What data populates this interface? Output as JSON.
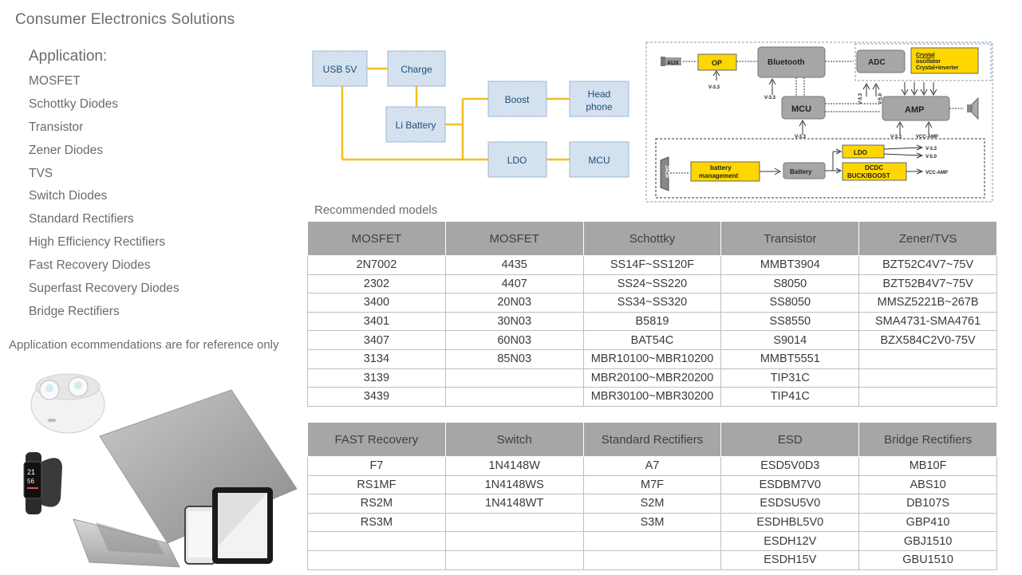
{
  "title": "Consumer Electronics Solutions",
  "application": {
    "heading": "Application:",
    "items": [
      "MOSFET",
      "Schottky Diodes",
      "Transistor",
      "Zener Diodes",
      "TVS",
      "Switch Diodes",
      "Standard Rectifiers",
      "High Efficiency  Rectifiers",
      "Fast Recovery Diodes",
      "Superfast Recovery Diodes",
      "Bridge Rectifiers"
    ]
  },
  "reference_note": "Application ecommendations are for reference only",
  "recommended_label": "Recommended models",
  "colors": {
    "header_gray": "#a6a6a6",
    "wire_yellow": "#f5be1e",
    "block_blue": "#dce9f5",
    "block_yellow": "#ffd700",
    "block_gray": "#a6a6a6"
  },
  "diagram1": {
    "usb": "USB 5V",
    "charge": "Charge",
    "battery": "Li Battery",
    "boost": "Boost",
    "head1": "Head",
    "head2": "phone",
    "ldo": "LDO",
    "mcu": "MCU"
  },
  "diagram2": {
    "aux": "AUX",
    "op": "OP",
    "v33a": "V-3.3",
    "bluetooth": "Bluetooth",
    "v33b": "V-3.3",
    "adc": "ADC",
    "crystal1": "Crystal",
    "crystal2": "oscillator",
    "crystal3": "Crystal+Inverter",
    "mcu": "MCU",
    "v33c": "V-3.3",
    "v33d": "V-3.3",
    "v50": "V-5.0",
    "amp": "AMP",
    "v33e": "V-3.3",
    "vccamp1": "VCC-AMP",
    "jack": "JACK",
    "bm1": "battery",
    "bm2": "management",
    "battery": "Battery",
    "ldo": "LDO",
    "out33": "V-3.3",
    "out50": "V-5.0",
    "dcdc1": "DCDC",
    "dcdc2": "BUCK/BOOST",
    "vccamp2": "VCC-AMP"
  },
  "table1": {
    "headers": [
      "MOSFET",
      "MOSFET",
      "Schottky",
      "Transistor",
      "Zener/TVS"
    ],
    "rows": [
      [
        "2N7002",
        "4435",
        "SS14F~SS120F",
        "MMBT3904",
        "BZT52C4V7~75V"
      ],
      [
        "2302",
        "4407",
        "SS24~SS220",
        "S8050",
        "BZT52B4V7~75V"
      ],
      [
        "3400",
        "20N03",
        "SS34~SS320",
        "SS8050",
        "MMSZ5221B~267B"
      ],
      [
        "3401",
        "30N03",
        "B5819",
        "SS8550",
        "SMA4731-SMA4761"
      ],
      [
        "3407",
        "60N03",
        "BAT54C",
        "S9014",
        "BZX584C2V0-75V"
      ],
      [
        "3134",
        "85N03",
        "MBR10100~MBR10200",
        "MMBT5551",
        ""
      ],
      [
        "3139",
        "",
        "MBR20100~MBR20200",
        "TIP31C",
        ""
      ],
      [
        "3439",
        "",
        "MBR30100~MBR30200",
        "TIP41C",
        ""
      ]
    ]
  },
  "table2": {
    "headers": [
      "FAST Recovery",
      "Switch",
      "Standard Rectifiers",
      "ESD",
      "Bridge Rectifiers"
    ],
    "rows": [
      [
        "F7",
        "1N4148W",
        "A7",
        "ESD5V0D3",
        "MB10F"
      ],
      [
        "RS1MF",
        "1N4148WS",
        "M7F",
        "ESDBM7V0",
        "ABS10"
      ],
      [
        "RS2M",
        "1N4148WT",
        "S2M",
        "ESDSU5V0",
        "DB107S"
      ],
      [
        "RS3M",
        "",
        "S3M",
        "ESDHBL5V0",
        "GBP410"
      ],
      [
        "",
        "",
        "",
        "ESDH12V",
        "GBJ1510"
      ],
      [
        "",
        "",
        "",
        "ESDH15V",
        "GBU1510"
      ]
    ]
  },
  "illustration": {
    "watch_time_1": "21",
    "watch_time_2": "56"
  }
}
